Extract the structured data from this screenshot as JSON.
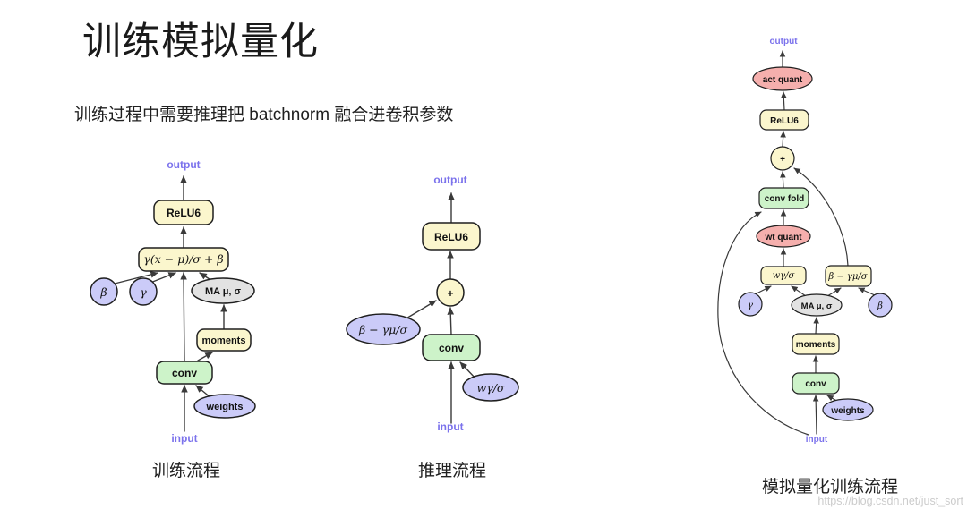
{
  "slide": {
    "title": "训练模拟量化",
    "subtitle": "训练过程中需要推理把 batchnorm 融合进卷积参数",
    "watermark": "https://blog.csdn.net/just_sort"
  },
  "colors": {
    "node_yellow": "#FBF6CD",
    "node_green": "#CDF3C9",
    "node_lavender": "#CBCBF8",
    "node_pink": "#F5AFAD",
    "node_gray": "#E2E2E2",
    "node_border": "#1F1F1F",
    "edge": "#3A3A3A",
    "io_label": "#7B72EC",
    "title_text": "#1A1A1A",
    "watermark": "#CCCCCC"
  },
  "diagrams": [
    {
      "caption": "训练流程",
      "nodes": {
        "output": "output",
        "relu6": "ReLU6",
        "bn_formula": "γ(x − μ)/σ + β",
        "beta": "β",
        "gamma": "γ",
        "ma": "MA μ, σ",
        "moments": "moments",
        "conv": "conv",
        "weights": "weights",
        "input": "input"
      }
    },
    {
      "caption": "推理流程",
      "nodes": {
        "output": "output",
        "relu6": "ReLU6",
        "plus": "+",
        "bias_fold": "β − γμ/σ",
        "conv": "conv",
        "w_fold": "wγ/σ",
        "input": "input"
      }
    },
    {
      "caption": "模拟量化训练流程",
      "nodes": {
        "output": "output",
        "act_quant": "act quant",
        "relu6": "ReLU6",
        "plus": "+",
        "conv_fold": "conv fold",
        "wt_quant": "wt quant",
        "w_fold": "wγ/σ",
        "bias_fold": "β − γμ/σ",
        "gamma": "γ",
        "ma": "MA μ, σ",
        "beta": "β",
        "moments": "moments",
        "conv": "conv",
        "weights": "weights",
        "input": "input"
      }
    }
  ]
}
